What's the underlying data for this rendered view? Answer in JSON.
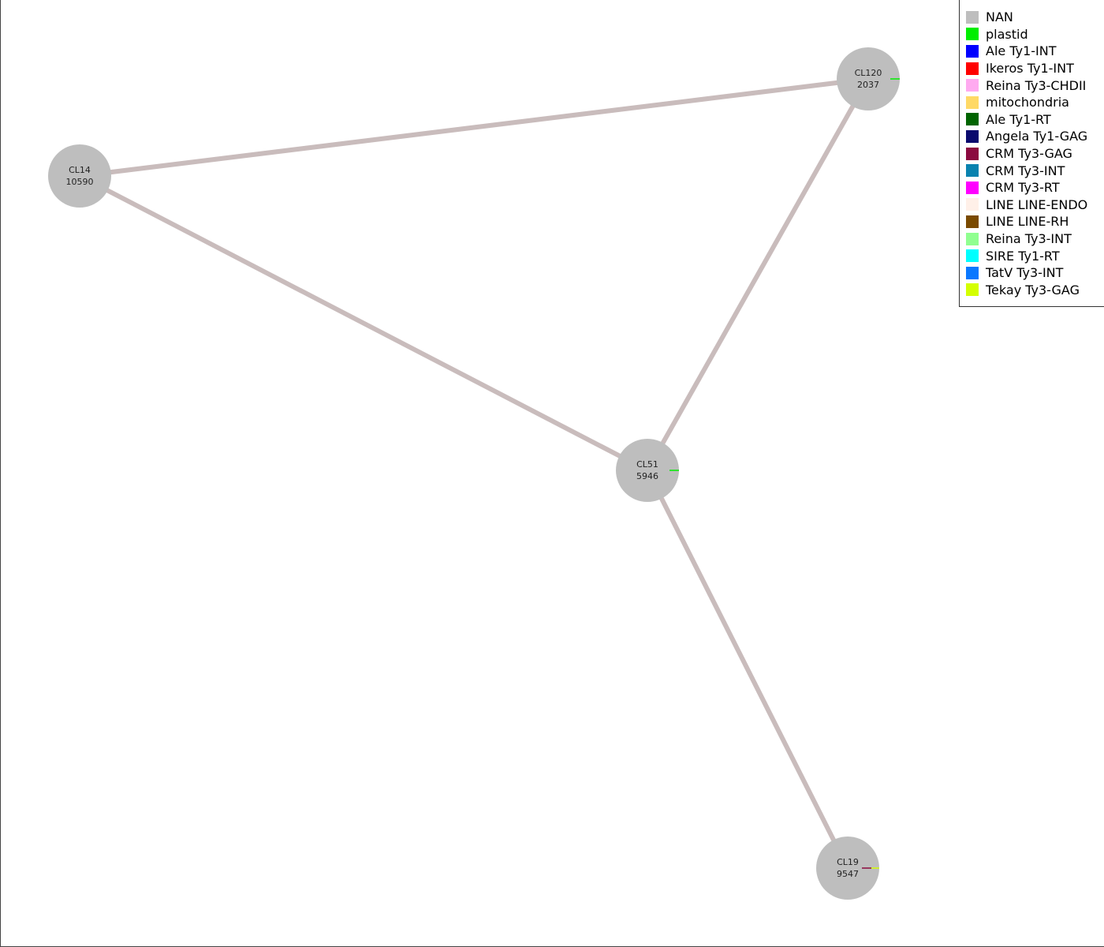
{
  "graph": {
    "nodes": [
      {
        "id": "CL14",
        "name": "CL14",
        "count": "10590",
        "color": "#bebebe",
        "markers": []
      },
      {
        "id": "CL120",
        "name": "CL120",
        "count": "2037",
        "color": "#bebebe",
        "markers": [
          {
            "color": "#00ee00",
            "angle": 0
          }
        ]
      },
      {
        "id": "CL51",
        "name": "CL51",
        "count": "5946",
        "color": "#bebebe",
        "markers": [
          {
            "color": "#00ee00",
            "angle": 0
          }
        ]
      },
      {
        "id": "CL19",
        "name": "CL19",
        "count": "9547",
        "color": "#bebebe",
        "markers": [
          {
            "color": "#d4ff00",
            "angle": 0
          },
          {
            "color": "#8b0a3f",
            "angle": 0
          }
        ]
      }
    ],
    "edges": [
      {
        "source": "CL14",
        "target": "CL120"
      },
      {
        "source": "CL14",
        "target": "CL51"
      },
      {
        "source": "CL120",
        "target": "CL51"
      },
      {
        "source": "CL51",
        "target": "CL19"
      }
    ],
    "edge_color": "#c9bcbc",
    "node_color": "#bebebe"
  },
  "legend": {
    "items": [
      {
        "label": "NAN",
        "color": "#bebebe"
      },
      {
        "label": "plastid",
        "color": "#00ee00"
      },
      {
        "label": "Ale Ty1-INT",
        "color": "#0000ff"
      },
      {
        "label": "Ikeros Ty1-INT",
        "color": "#ff0000"
      },
      {
        "label": "Reina Ty3-CHDII",
        "color": "#ffaaf0"
      },
      {
        "label": "mitochondria",
        "color": "#ffd966"
      },
      {
        "label": "Ale Ty1-RT",
        "color": "#006400"
      },
      {
        "label": "Angela Ty1-GAG",
        "color": "#0a0a6e"
      },
      {
        "label": "CRM Ty3-GAG",
        "color": "#8b0a3f"
      },
      {
        "label": "CRM Ty3-INT",
        "color": "#0a82af"
      },
      {
        "label": "CRM Ty3-RT",
        "color": "#ff00ff"
      },
      {
        "label": "LINE LINE-ENDO",
        "color": "#fff0e8"
      },
      {
        "label": "LINE LINE-RH",
        "color": "#7a4a00"
      },
      {
        "label": "Reina Ty3-INT",
        "color": "#90ff90"
      },
      {
        "label": "SIRE Ty1-RT",
        "color": "#00ffff"
      },
      {
        "label": "TatV Ty3-INT",
        "color": "#0a78ff"
      },
      {
        "label": "Tekay Ty3-GAG",
        "color": "#d4ff00"
      }
    ]
  }
}
